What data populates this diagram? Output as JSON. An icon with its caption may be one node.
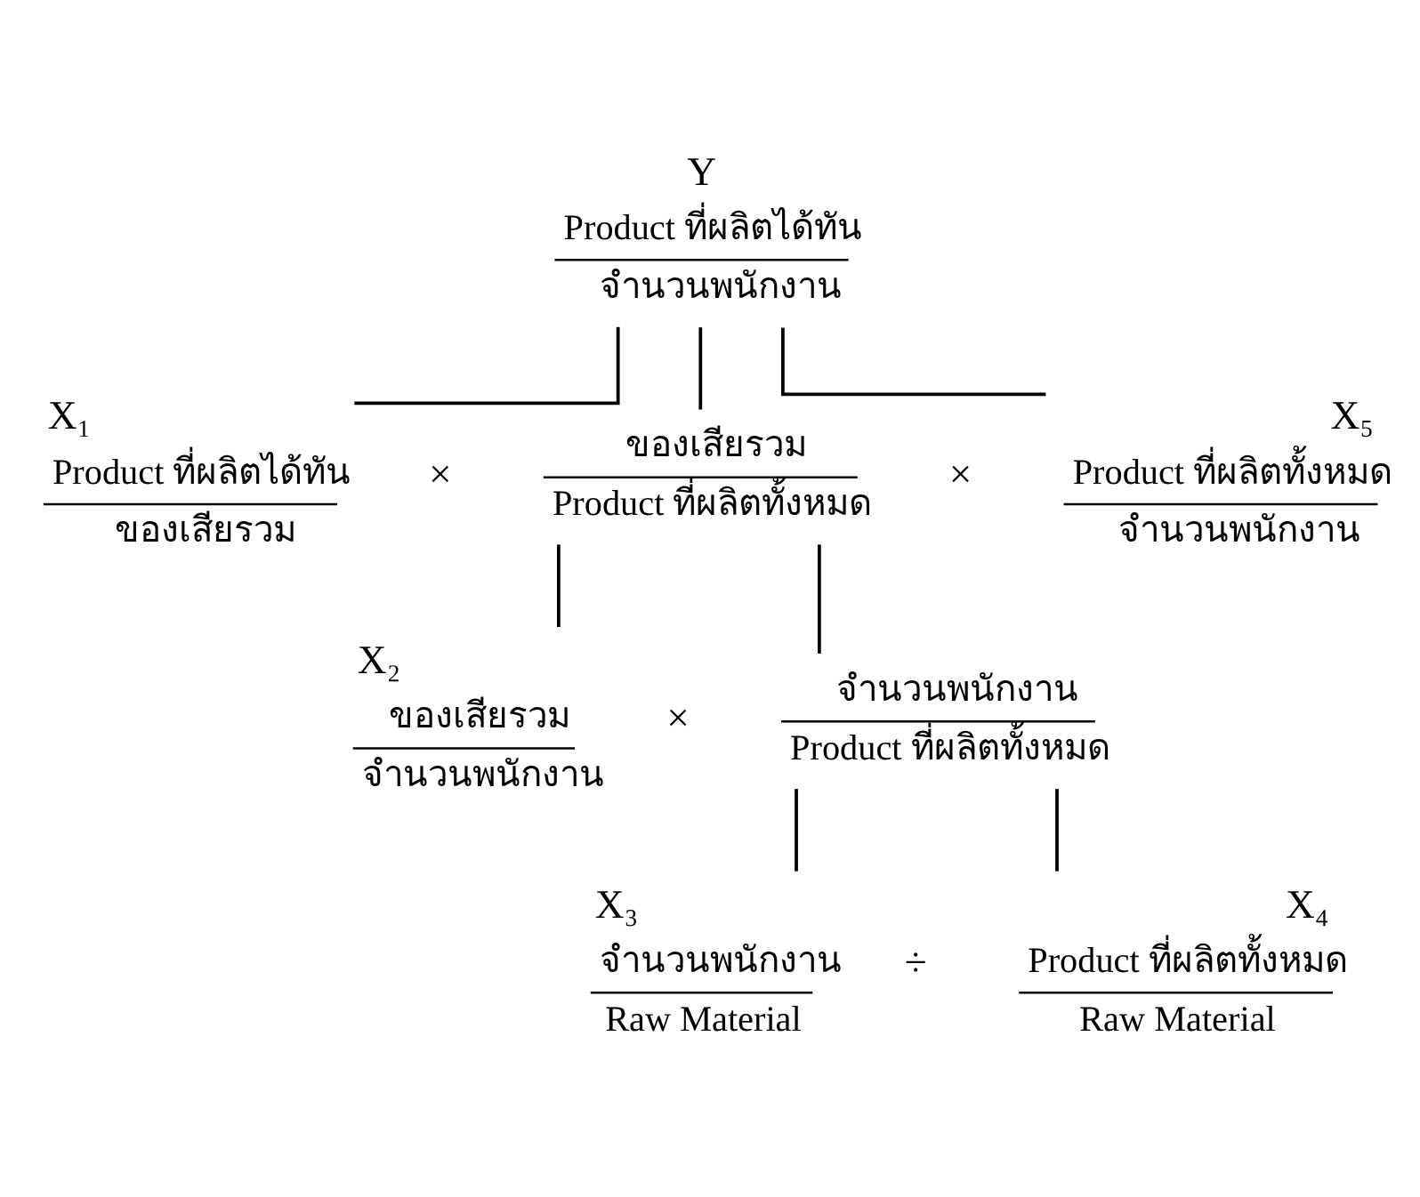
{
  "diagram": {
    "nodes": [
      {
        "text": [
          "Product ที่ผลิตได้ทัน",
          "จำนวนพนักงาน"
        ],
        "beside": [
          "Y"
        ]
      },
      {
        "text": [
          "Product ที่ผลิตได้ทัน",
          "ของเสียรวม"
        ],
        "beside": [
          "X₁"
        ]
      },
      {
        "text": [
          "ของเสียรวม",
          "Product ที่ผลิตทั้งหมด"
        ]
      },
      {
        "text": [
          "Product ที่ผลิตทั้งหมด",
          "จำนวนพนักงาน"
        ],
        "beside": [
          "X₅"
        ]
      },
      {
        "text": [
          "ของเสียรวม",
          "จำนวนพนักงาน"
        ],
        "beside": [
          "X₂"
        ]
      },
      {
        "text": [
          "จำนวนพนักงาน",
          "Product ที่ผลิตทั้งหมด"
        ]
      },
      {
        "text": [
          "จำนวนพนักงาน",
          "Raw Material"
        ],
        "beside": [
          "X₃"
        ]
      },
      {
        "text": [
          "Product ที่ผลิตทั้งหมด",
          "Raw Material"
        ],
        "beside": [
          "X₄"
        ]
      }
    ],
    "edges": [
      {
        "from": 0,
        "to": 1,
        "arrow": "none"
      },
      {
        "from": 0,
        "to": 2,
        "arrow": "none"
      },
      {
        "from": 0,
        "to": 3,
        "arrow": "none"
      },
      {
        "from": 2,
        "to": 4,
        "arrow": "none"
      },
      {
        "from": 2,
        "to": 5,
        "arrow": "none"
      },
      {
        "from": 5,
        "to": 6,
        "arrow": "none"
      },
      {
        "from": 5,
        "to": 7,
        "arrow": "none"
      }
    ],
    "labels": [
      "×",
      "×",
      "×",
      "÷"
    ]
  }
}
